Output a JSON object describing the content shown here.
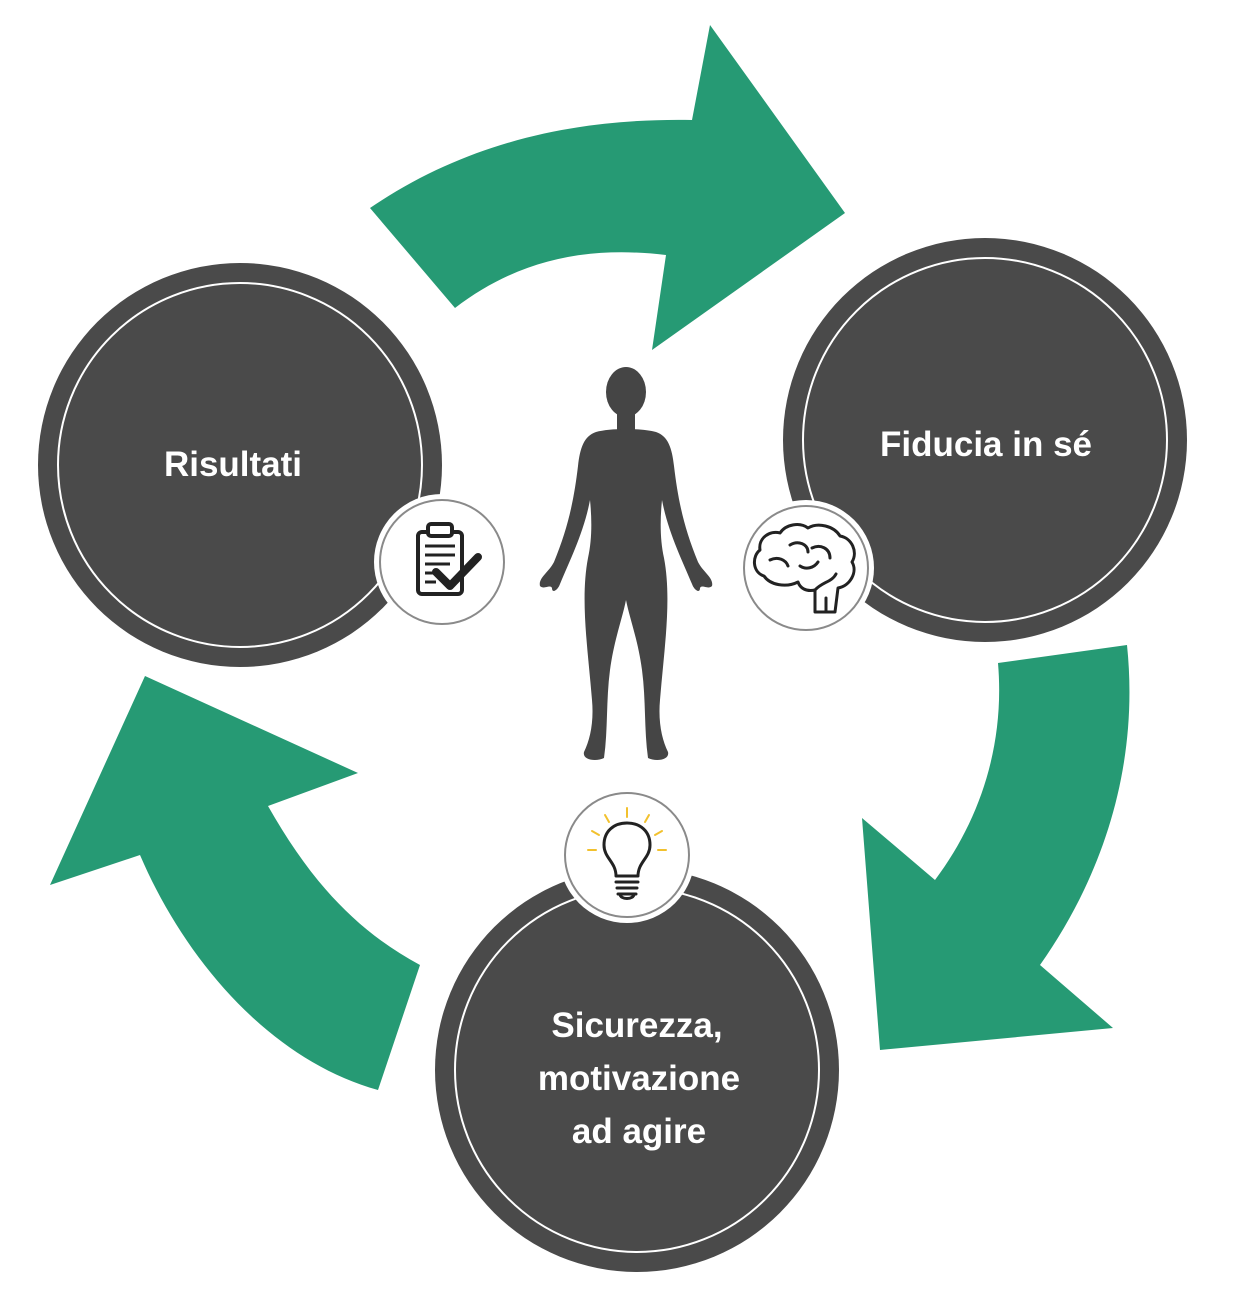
{
  "diagram": {
    "nodes": [
      {
        "id": "risultati",
        "lines": [
          "Risultati"
        ],
        "icon": "clipboard-check-icon"
      },
      {
        "id": "fiducia",
        "lines": [
          "Fiducia in sé"
        ],
        "icon": "brain-icon"
      },
      {
        "id": "sicurezza",
        "lines": [
          "Sicurezza,",
          "motivazione",
          "ad agire"
        ],
        "icon": "lightbulb-icon"
      }
    ],
    "center_icon": "human-figure-icon",
    "cycle_arrows": 3,
    "colors": {
      "arrow": "#269a74",
      "circle_fill": "#4a4a4a",
      "circle_ring": "#ffffff",
      "icon_stroke": "#222222",
      "bulb_rays": "#f2c12e",
      "figure": "#454545",
      "text": "#ffffff"
    }
  }
}
